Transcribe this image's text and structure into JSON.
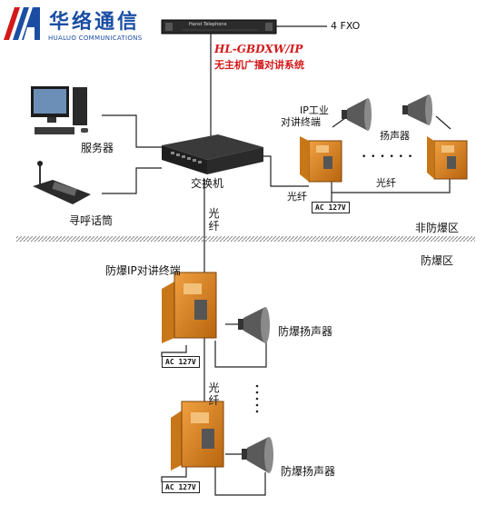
{
  "brand": {
    "name_cn": "华络通信",
    "name_en": "HUALUO COMMUNICATIONS"
  },
  "top": {
    "device_panel_text": "Hanst Telephone",
    "fxo_label": "4 FXO",
    "model": "HL-GBDXW/IP",
    "system_name": "无主机广播对讲系统"
  },
  "left": {
    "server": "服务器",
    "paging_mic": "寻呼话筒",
    "switch": "交换机",
    "fiber_vertical": "光纤"
  },
  "right_area": {
    "ip_terminal_line1": "IP工业",
    "ip_terminal_line2": "对讲终端",
    "speaker": "扬声器",
    "dots": "• • • • • •",
    "fiber_left": "光纤",
    "fiber_right": "光纤",
    "ac": "AC 127V"
  },
  "zones": {
    "non_explosion": "非防爆区",
    "explosion": "防爆区"
  },
  "lower": {
    "ex_terminal": "防爆IP对讲终端",
    "ex_speaker_1": "防爆扬声器",
    "ex_speaker_2": "防爆扬声器",
    "fiber_vertical": "光纤",
    "ac_1": "AC 127V",
    "ac_2": "AC 127V"
  },
  "colors": {
    "brand_blue": "#1b4ea3",
    "brand_red": "#d31a1a",
    "terminal_orange": "#d9801e"
  }
}
